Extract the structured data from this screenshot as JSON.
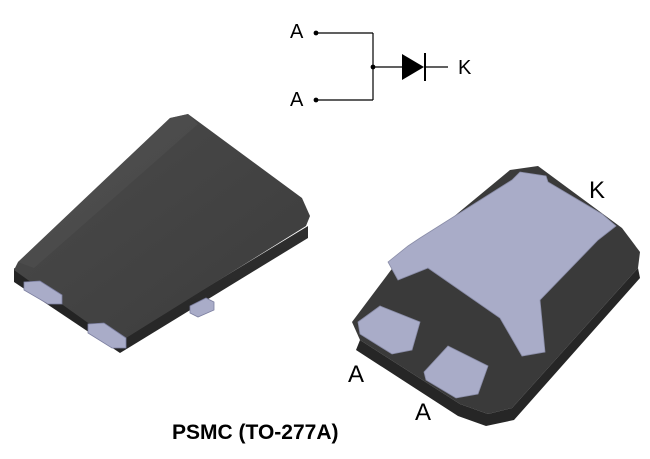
{
  "schematic": {
    "anode_top_label": "A",
    "anode_bottom_label": "A",
    "cathode_label": "K"
  },
  "package_bottom_view": {
    "cathode_label": "K",
    "anode_left_label": "A",
    "anode_right_label": "A"
  },
  "caption": "PSMC (TO-277A)",
  "colors": {
    "body_dark": "#3a3a3a",
    "pad": "#a9acc8",
    "line": "#000000"
  }
}
